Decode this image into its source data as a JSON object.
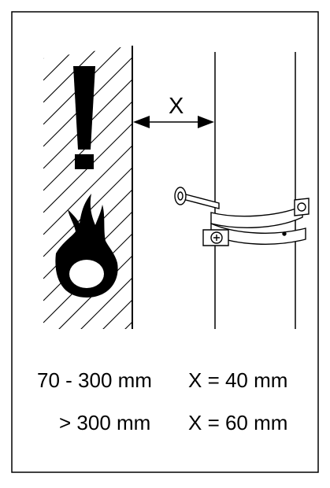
{
  "diagram": {
    "distance_label": "X",
    "rows": [
      {
        "diameter": "70 - 300 mm",
        "clearance": "X = 40 mm"
      },
      {
        "diameter": "> 300 mm",
        "clearance": "X = 60 mm"
      }
    ],
    "icons": [
      "warning-exclamation-icon",
      "flame-icon",
      "pipe-clamp-icon"
    ],
    "colors": {
      "line": "#000000",
      "background": "#ffffff"
    }
  }
}
